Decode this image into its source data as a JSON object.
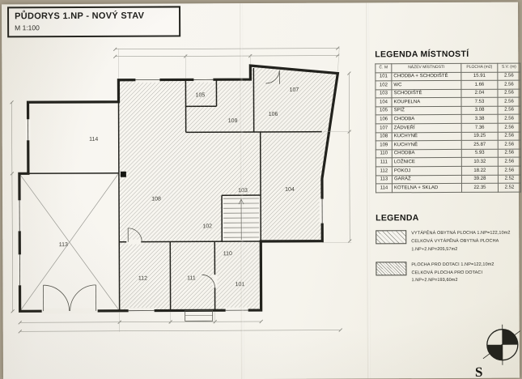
{
  "title_block": {
    "title": "PŮDORYS 1.NP - NOVÝ STAV",
    "scale": "M 1:100"
  },
  "room_legend": {
    "heading": "LEGENDA MÍSTNOSTÍ",
    "columns": [
      "Č. M",
      "NÁZEV MÍSTNOSTI",
      "PLOCHA (m2)",
      "S.V. (m)"
    ],
    "rows": [
      {
        "num": "101",
        "name": "CHODBA + SCHODIŠTĚ",
        "area": "15.91",
        "height": "2.56"
      },
      {
        "num": "102",
        "name": "WC",
        "area": "1.66",
        "height": "2.56"
      },
      {
        "num": "103",
        "name": "SCHODIŠTĚ",
        "area": "2.04",
        "height": "2.56"
      },
      {
        "num": "104",
        "name": "KOUPELNA",
        "area": "7.53",
        "height": "2.56"
      },
      {
        "num": "105",
        "name": "SPÍŽ",
        "area": "3.08",
        "height": "2.56"
      },
      {
        "num": "106",
        "name": "CHODBA",
        "area": "3.38",
        "height": "2.56"
      },
      {
        "num": "107",
        "name": "ZÁDVEŘÍ",
        "area": "7.36",
        "height": "2.56"
      },
      {
        "num": "108",
        "name": "KUCHYNĚ",
        "area": "19.25",
        "height": "2.56"
      },
      {
        "num": "109",
        "name": "KUCHYNĚ",
        "area": "25.87",
        "height": "2.56"
      },
      {
        "num": "110",
        "name": "CHODBA",
        "area": "5.93",
        "height": "2.56"
      },
      {
        "num": "111",
        "name": "LOŽNICE",
        "area": "10.32",
        "height": "2.56"
      },
      {
        "num": "112",
        "name": "POKOJ",
        "area": "18.22",
        "height": "2.56"
      },
      {
        "num": "113",
        "name": "GARÁŽ",
        "area": "39.28",
        "height": "2.52"
      },
      {
        "num": "114",
        "name": "KOTELNA + SKLAD",
        "area": "22.35",
        "height": "2.52"
      }
    ]
  },
  "hatch_legend": {
    "heading": "LEGENDA",
    "items": [
      {
        "line1": "VYTÁPĚNÁ OBYTNÁ PLOCHA  1.NP=122,10m2",
        "line2": "CELKOVÁ VYTÁPĚNÁ OBYTNÁ PLOCHA  1.NP+2.NP=205,57m2"
      },
      {
        "line1": "PLOCHA PRO DOTACI  1.NP=122,10m2",
        "line2": "CELKOVÁ PLOCHA PRO DOTACI  1.NP+2.NP=193,60m2"
      }
    ]
  },
  "compass": {
    "label": "S"
  },
  "plan": {
    "room_labels": [
      "101",
      "102",
      "103",
      "104",
      "105",
      "106",
      "107",
      "108",
      "109",
      "110",
      "111",
      "112",
      "113",
      "114"
    ]
  }
}
